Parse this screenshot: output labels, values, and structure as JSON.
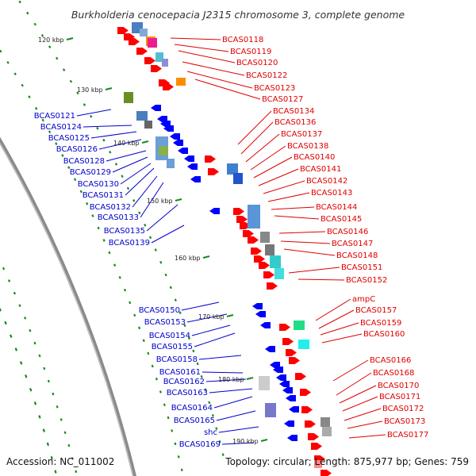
{
  "header": {
    "title": "Burkholderia cenocepacia J2315 chromosome 3, complete genome"
  },
  "footer": {
    "accession": "Accession: NC_011002",
    "stats": "Topology: circular; Length: 875,977 bp; Genes: 759"
  },
  "colors": {
    "backbone": "#8a8a8a",
    "gc_dots": "#1a8a1a",
    "forward_label": "#e00000",
    "reverse_label": "#0000cc",
    "forward_gene": "#ff0000",
    "reverse_gene": "#0000ff"
  },
  "scale": {
    "ticks": [
      "120 kbp",
      "130 kbp",
      "140 kbp",
      "150 kbp",
      "160 kbp",
      "170 kbp",
      "180 kbp",
      "190 kbp"
    ]
  },
  "genes": {
    "forward": [
      "BCAS0118",
      "BCAS0119",
      "BCAS0120",
      "BCAS0122",
      "BCAS0123",
      "BCAS0127",
      "BCAS0134",
      "BCAS0136",
      "BCAS0137",
      "BCAS0138",
      "BCAS0140",
      "BCAS0141",
      "BCAS0142",
      "BCAS0143",
      "BCAS0144",
      "BCAS0145",
      "BCAS0146",
      "BCAS0147",
      "BCAS0148",
      "BCAS0151",
      "BCAS0152",
      "ampC",
      "BCAS0157",
      "BCAS0159",
      "BCAS0160",
      "BCAS0166",
      "BCAS0168",
      "BCAS0170",
      "BCAS0171",
      "BCAS0172",
      "BCAS0173",
      "BCAS0177"
    ],
    "reverse": [
      "BCAS0121",
      "BCAS0124",
      "BCAS0125",
      "BCAS0126",
      "BCAS0128",
      "BCAS0129",
      "BCAS0130",
      "BCAS0131",
      "BCAS0132",
      "BCAS0133",
      "BCAS0135",
      "BCAS0139",
      "BCAS0150",
      "BCAS0153",
      "BCAS0154",
      "BCAS0155",
      "BCAS0158",
      "BCAS0161",
      "BCAS0162",
      "BCAS0163",
      "BCAS0164",
      "BCAS0165",
      "shc",
      "BCAS0169"
    ]
  }
}
